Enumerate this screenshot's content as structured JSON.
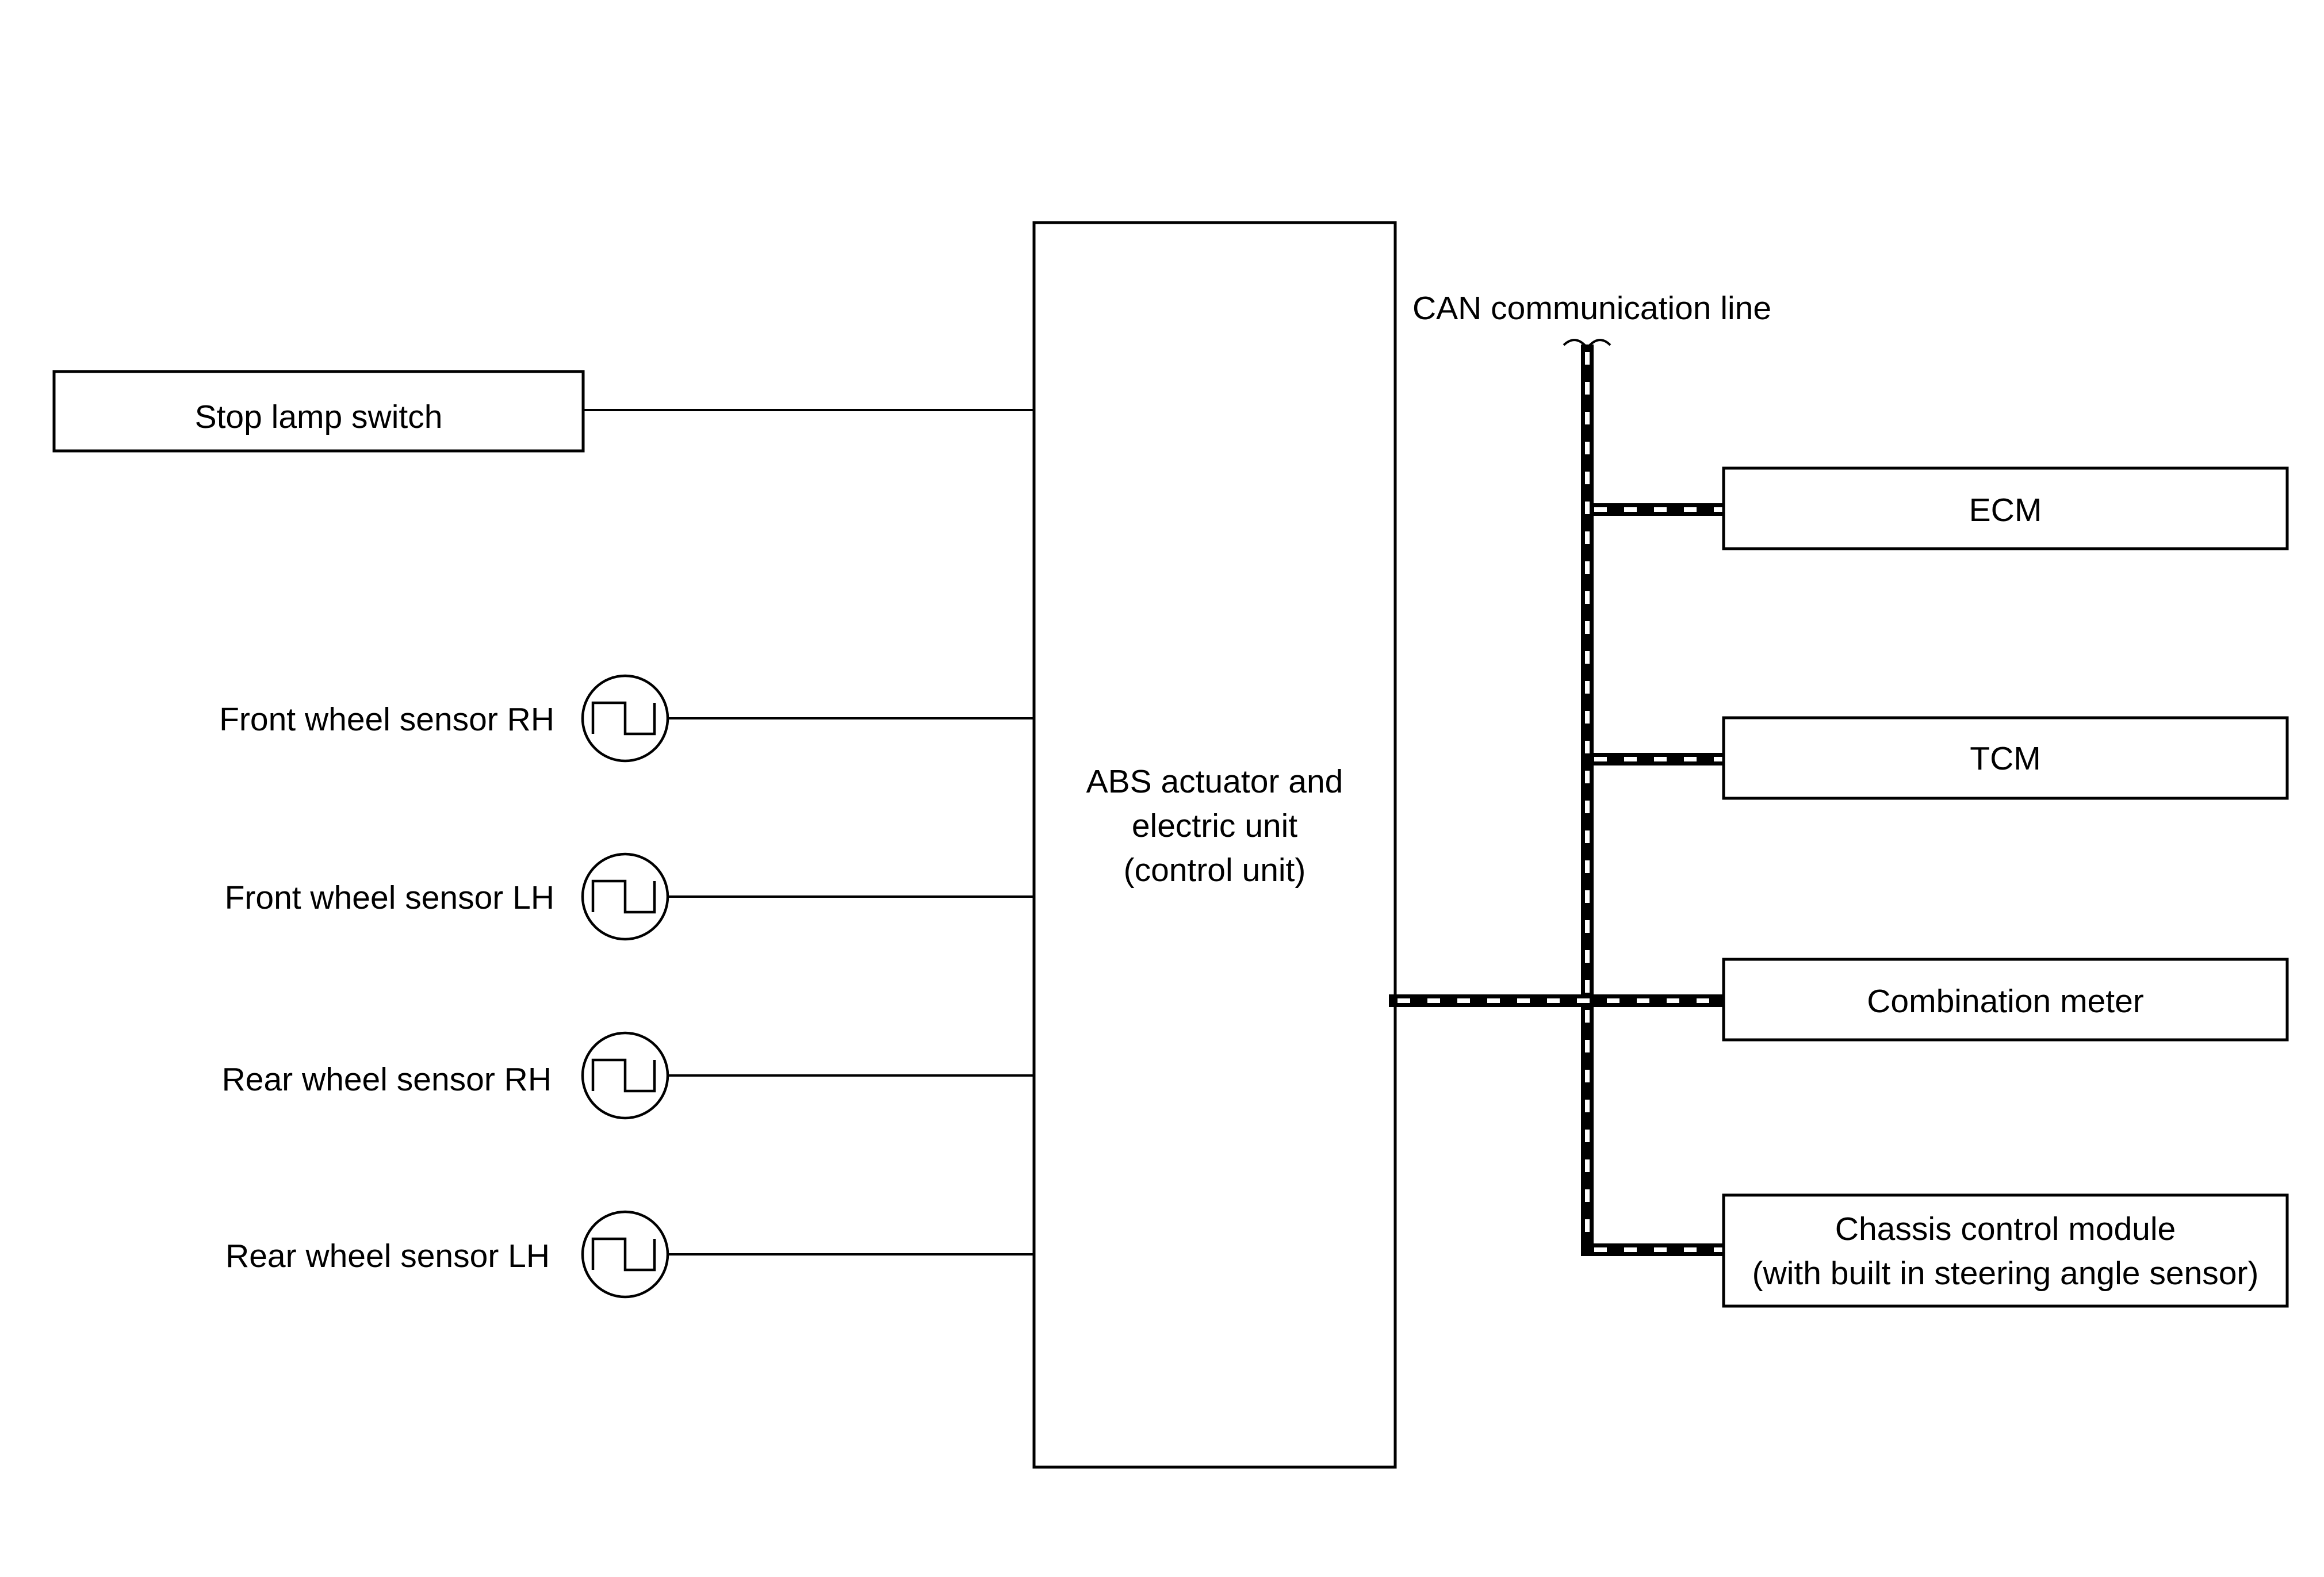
{
  "abs_unit": {
    "lines": [
      "ABS actuator and",
      "electric unit",
      "(control unit)"
    ]
  },
  "stop_lamp_switch": {
    "label": "Stop lamp switch"
  },
  "sensors": [
    {
      "label": "Front wheel sensor RH",
      "icon": "pulse-signal-icon"
    },
    {
      "label": "Front wheel sensor LH",
      "icon": "pulse-signal-icon"
    },
    {
      "label": "Rear wheel sensor RH",
      "icon": "pulse-signal-icon"
    },
    {
      "label": "Rear wheel sensor LH",
      "icon": "pulse-signal-icon"
    }
  ],
  "can_line": {
    "label": "CAN communication line"
  },
  "modules": [
    {
      "lines": [
        "ECM"
      ]
    },
    {
      "lines": [
        "TCM"
      ]
    },
    {
      "lines": [
        "Combination meter"
      ]
    },
    {
      "lines": [
        "Chassis control module",
        "(with built in steering angle sensor)"
      ]
    }
  ]
}
